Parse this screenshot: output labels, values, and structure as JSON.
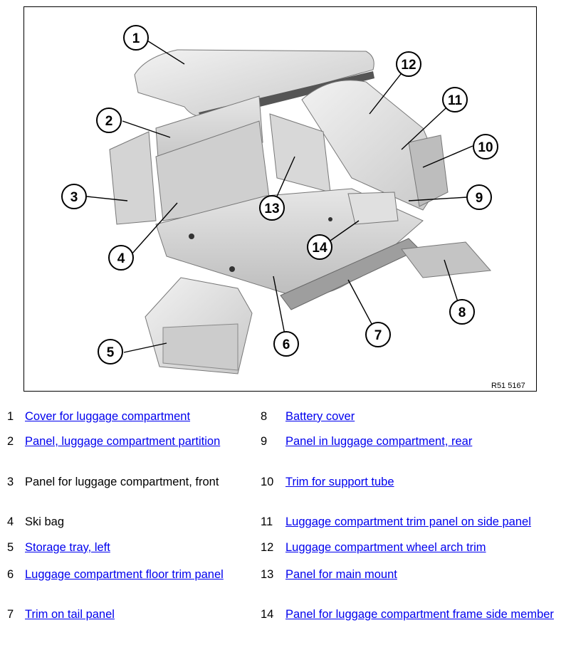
{
  "figure": {
    "reference": "R51 5167",
    "callouts": [
      "1",
      "2",
      "3",
      "4",
      "5",
      "6",
      "7",
      "8",
      "9",
      "10",
      "11",
      "12",
      "13",
      "14"
    ]
  },
  "legend": {
    "left": [
      {
        "num": "1",
        "text": "Cover for luggage compartment",
        "link": true
      },
      {
        "num": "2",
        "text": "Panel, luggage compartment partition",
        "link": true
      },
      {
        "num": "3",
        "text": "Panel for luggage compartment, front",
        "link": false
      },
      {
        "num": "4",
        "text": "Ski bag",
        "link": false
      },
      {
        "num": "5",
        "text": "Storage tray, left",
        "link": true
      },
      {
        "num": "6",
        "text": "Luggage compartment floor trim panel",
        "link": true
      },
      {
        "num": "7",
        "text": "Trim on tail panel",
        "link": true
      }
    ],
    "right": [
      {
        "num": "8",
        "text": "Battery cover",
        "link": true
      },
      {
        "num": "9",
        "text": "Panel in luggage compartment, rear",
        "link": true
      },
      {
        "num": "10",
        "text": "Trim for support tube",
        "link": true
      },
      {
        "num": "11",
        "text": "Luggage compartment trim panel on side panel",
        "link": true
      },
      {
        "num": "12",
        "text": "Luggage compartment wheel arch trim",
        "link": true
      },
      {
        "num": "13",
        "text": "Panel for main mount",
        "link": true
      },
      {
        "num": "14",
        "text": "Panel for luggage compartment frame side member",
        "link": true
      }
    ]
  }
}
